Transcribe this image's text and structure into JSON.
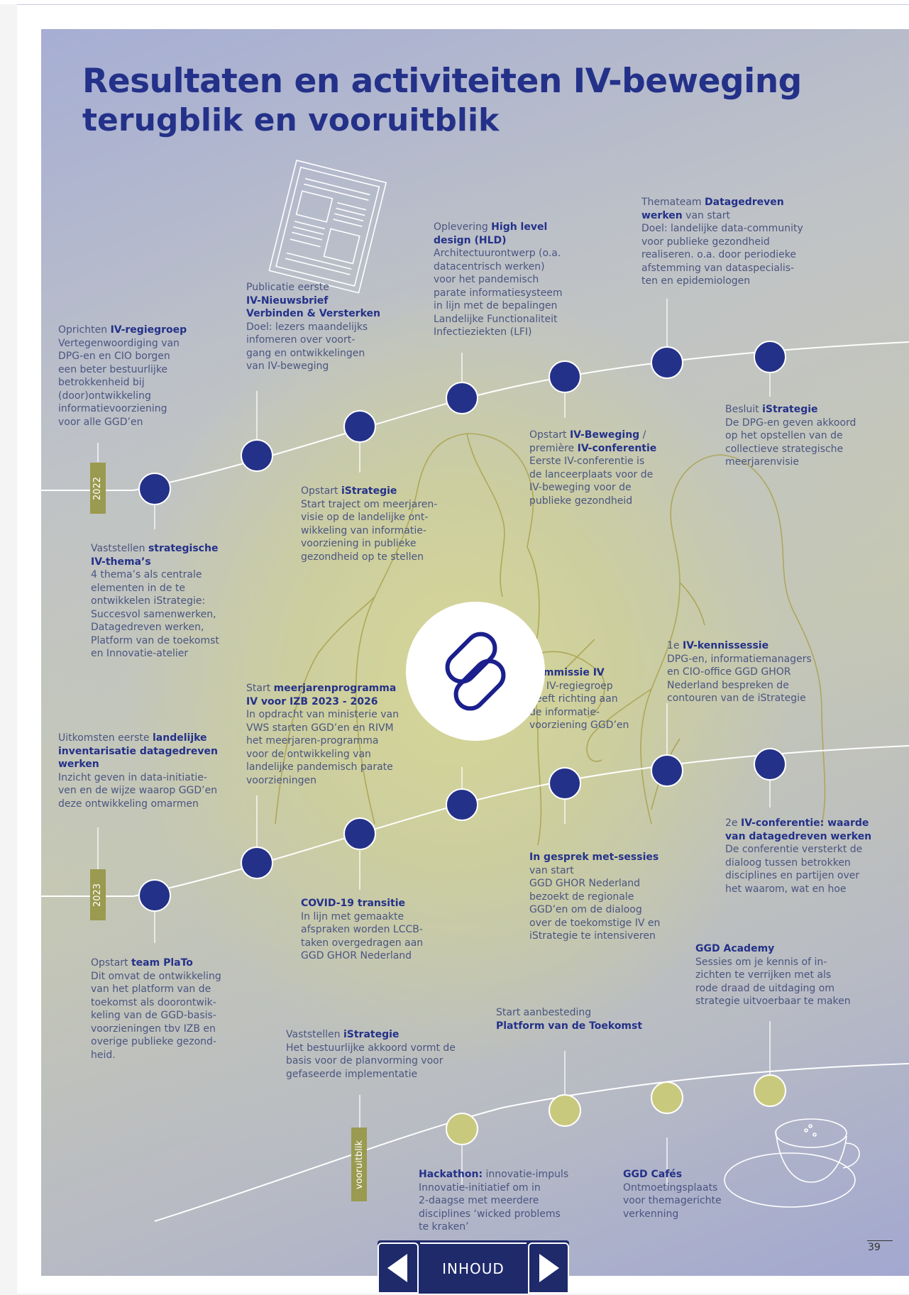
{
  "page": {
    "title": "Resultaten en activiteiten IV-beweging",
    "subtitle": "terugblik en vooruitblik",
    "page_number": "39",
    "nav_label": "INHOUD"
  },
  "years": {
    "y2022": "2022",
    "y2023": "2023",
    "future": "vooruitblik"
  },
  "colors": {
    "dark_node": "#243189",
    "light_node": "#c9c97e",
    "accent_bar": "#9a9a50",
    "heading_blue": "#243189"
  },
  "icons": [
    "newspaper-icon",
    "link-icon",
    "coffee-cup-icon",
    "arrow-left-icon",
    "arrow-right-icon"
  ],
  "milestones_2022": [
    {
      "pre": "Oprichten ",
      "bold": "IV-regiegroep",
      "lines": [
        "Vertegenwoordiging van",
        "DPG-en en CIO borgen",
        "een beter bestuurlijke",
        "betrokkenheid bij",
        "(door)ontwikkeling",
        "informatievoorziening",
        "voor alle GGD’en"
      ]
    },
    {
      "pre": "Vaststellen ",
      "bold": "strategische",
      "bold2": "IV-thema’s",
      "lines": [
        "4 thema’s als centrale",
        "elementen in de te",
        "ontwikkelen iStrategie:",
        "Succesvol samenwerken,",
        "Datagedreven werken,",
        "Platform van de toekomst",
        "en Innovatie-atelier"
      ]
    },
    {
      "pre": "Publicatie eerste",
      "bold": "IV-Nieuwsbrief",
      "bold2": "Verbinden & Versterken",
      "lines": [
        "Doel: lezers maandelijks",
        "infomeren over voort-",
        "gang en ontwikkelingen",
        "van IV-beweging"
      ]
    },
    {
      "pre": "Opstart ",
      "bold": "iStrategie",
      "lines": [
        "Start traject om meerjaren-",
        "visie op de landelijke ont-",
        "wikkeling van informatie-",
        "voorziening in publieke",
        "gezondheid op te stellen"
      ]
    },
    {
      "pre": "Oplevering ",
      "bold": "High level",
      "bold2": "design (HLD)",
      "lines": [
        "Architectuurontwerp (o.a.",
        "datacentrisch werken)",
        "voor het pandemisch",
        "parate informatiesysteem",
        "in lijn met de bepalingen",
        "Landelijke Functionaliteit",
        "Infectieziekten (LFI)"
      ]
    },
    {
      "pre": "Opstart ",
      "bold": "IV-Beweging",
      "post": " /",
      "pre2": "première ",
      "bold2": "IV-conferentie",
      "lines": [
        "Eerste IV-conferentie is",
        "de lanceerplaats voor de",
        "IV-beweging voor de",
        "publieke gezondheid"
      ]
    },
    {
      "pre": "Thema­team ",
      "bold": "Datagedreven",
      "bold2": "werken",
      "post2": " van start",
      "lines": [
        "Doel: landelijke data-community",
        "voor publieke gezondheid",
        "realiseren. o.a. door periodieke",
        "afstemming van dataspecialis-",
        "ten en epidemiologen"
      ]
    },
    {
      "pre": "Besluit ",
      "bold": "iStrategie",
      "lines": [
        "De DPG-en geven akkoord",
        "op het opstellen van de",
        "collectieve strategische",
        "meerjarenvisie"
      ]
    }
  ],
  "milestones_2023": [
    {
      "pre": "Uitkomsten eerste ",
      "bold": "landelijke",
      "bold2": "inventarisatie datagedreven",
      "bold3": "werken",
      "lines": [
        "Inzicht geven in data-initiatie-",
        "ven en de wijze waarop GGD’en",
        "deze ontwikkeling omarmen"
      ]
    },
    {
      "pre": "Opstart ",
      "bold": "team PlaTo",
      "lines": [
        "Dit omvat de ontwikkeling",
        "van het platform van de",
        "toekomst als doorontwik-",
        "keling van de GGD-basis-",
        "voorzieningen tbv IZB en",
        "overige publieke gezond-",
        "heid."
      ]
    },
    {
      "pre": "Start ",
      "bold": "meerjarenprogramma",
      "bold2": "IV voor IZB 2023 - 2026",
      "lines": [
        "In opdracht van ministerie van",
        "VWS starten GGD’en en RIVM",
        "het meerjaren-programma",
        "voor de ontwikkeling van",
        "landelijke pandemisch parate",
        "voorzieningen"
      ]
    },
    {
      "bold": "COVID-19 transitie",
      "lines": [
        "In lijn met gemaakte",
        "afspraken worden LCCB-",
        "taken overgedragen aan",
        "GGD GHOR Nederland"
      ]
    },
    {
      "bold": "Commissie IV",
      "lines": [
        "De IV-regiegroep",
        "geeft richting aan",
        "de informatie-",
        "voorziening GGD’en"
      ]
    },
    {
      "bold": "In gesprek met-sessies",
      "lines": [
        "van start",
        "GGD GHOR Nederland",
        "bezoekt de regionale",
        "GGD’en om de dialoog",
        "over de toekomstige IV en",
        "iStrategie te intensiveren"
      ]
    },
    {
      "pre": "1e ",
      "bold": "IV-kennissessie",
      "lines": [
        "DPG-en, informatiemanagers",
        "en CIO-office GGD GHOR",
        "Nederland bespreken de",
        "contouren van de iStrategie"
      ]
    },
    {
      "pre": "2e ",
      "bold": "IV-conferentie: waarde",
      "bold2": "van datagedreven werken",
      "lines": [
        "De conferentie versterkt de",
        "dialoog tussen betrokken",
        "disciplines en partijen over",
        "het waarom, wat en hoe"
      ]
    }
  ],
  "milestones_future": [
    {
      "pre": "Vaststellen ",
      "bold": "iStrategie",
      "lines": [
        "Het bestuurlijke akkoord vormt de",
        "basis voor de planvorming voor",
        "gefaseerde implementatie"
      ]
    },
    {
      "bold": "Hackathon:",
      "post": " innovatie-impuls",
      "lines": [
        "Innovatie-initiatief om in",
        "2-daagse met meerdere",
        "disciplines ‘wicked problems",
        "te kraken’"
      ]
    },
    {
      "pre": "Start aanbesteding",
      "bold": "Platform van de Toekomst",
      "lines": []
    },
    {
      "bold": "GGD Cafés",
      "lines": [
        "Ontmoetingsplaats",
        "voor themagerichte",
        "verkenning"
      ]
    },
    {
      "bold": "GGD Academy",
      "lines": [
        "Sessies om je kennis of in-",
        "zichten te verrijken met als",
        "rode draad de uitdaging om",
        "strategie uitvoerbaar te maken"
      ]
    }
  ]
}
